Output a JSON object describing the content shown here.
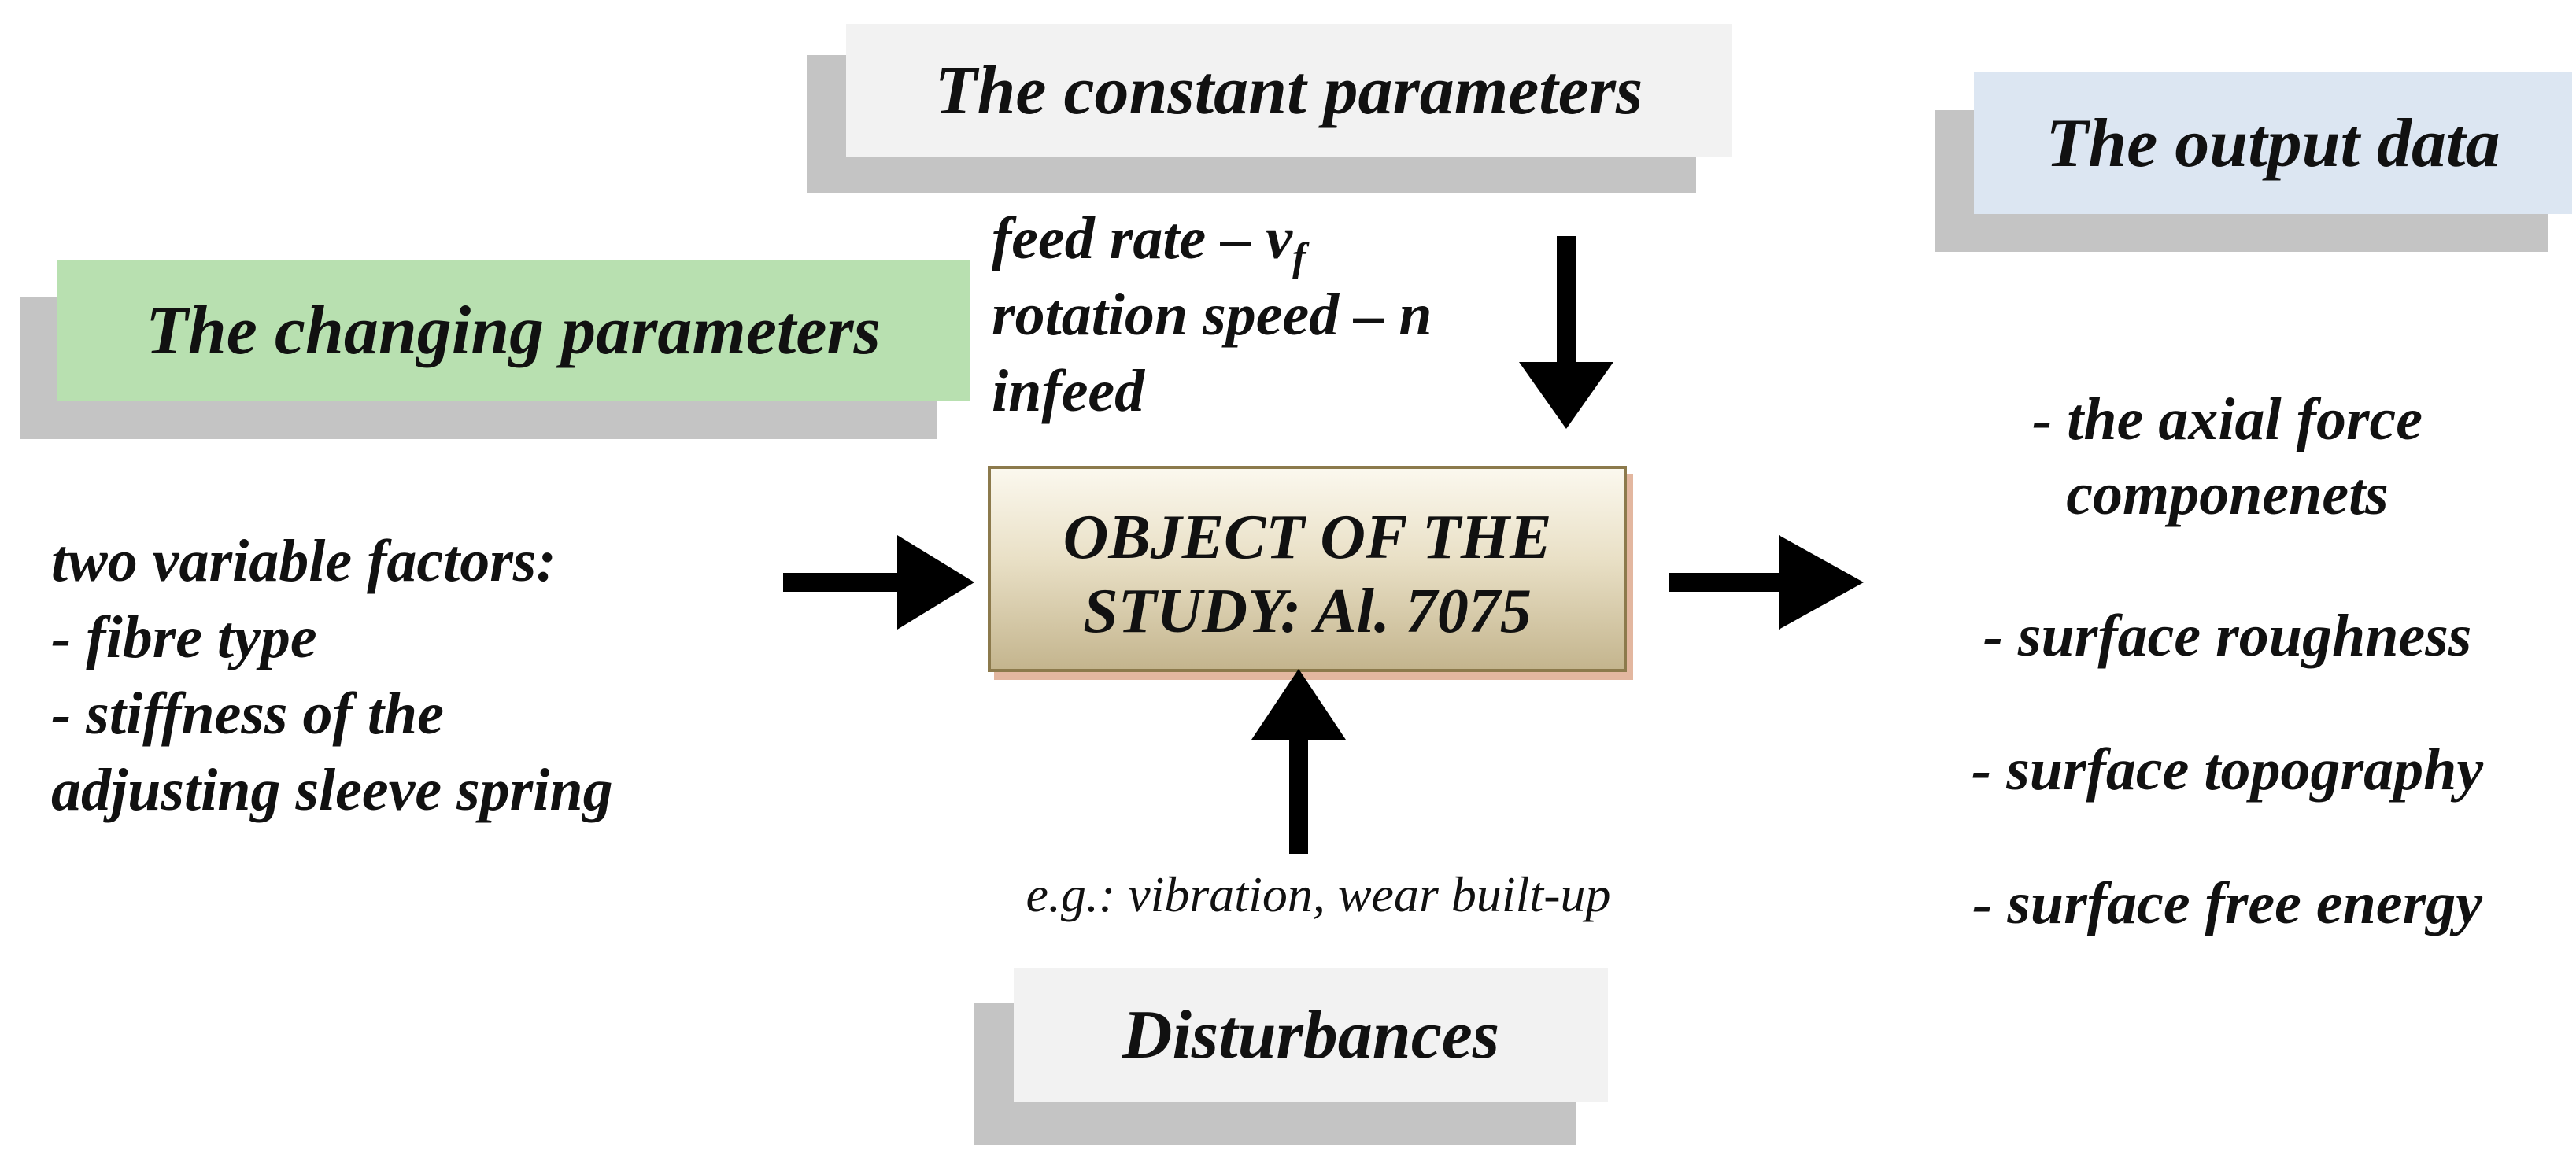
{
  "headers": {
    "constant": "The constant parameters",
    "output": "The output data",
    "changing": "The changing parameters",
    "disturbances": "Disturbances"
  },
  "constant_params": {
    "line1_prefix": "feed rate – v",
    "line1_sub": "f",
    "line2": "rotation speed – n",
    "line3": "infeed"
  },
  "center_box": {
    "line1": "OBJECT OF THE",
    "line2": "STUDY: Al. 7075"
  },
  "changing_params": {
    "line1": "two variable factors:",
    "line2": "- fibre type",
    "line3": "- stiffness of the",
    "line4": "adjusting sleeve spring"
  },
  "outputs": {
    "item1_line1": "- the axial force",
    "item1_line2": "componenets",
    "item2": "- surface roughness",
    "item3": "- surface topography",
    "item4": "- surface free energy"
  },
  "disturbance_example": "e.g.: vibration, wear built-up",
  "colors": {
    "constant_bg": "#f2f2f2",
    "output_bg": "#dce6f2",
    "changing_bg": "#b8e0b0",
    "disturbance_bg": "#f2f2f2",
    "shadow": "#c4c4c4",
    "center_fill_top": "#fbf8ee",
    "center_fill_bottom": "#c4b58e",
    "center_border": "#8c7a4c",
    "arrow": "#000000"
  }
}
